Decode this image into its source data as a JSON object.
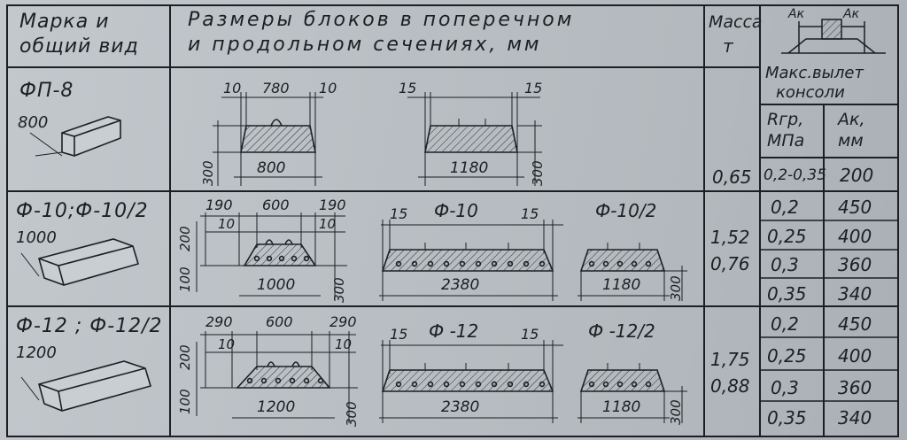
{
  "header": {
    "col_mark_line1": "Марка и",
    "col_mark_line2": "общий вид",
    "col_dims_line1": "Размеры  блоков в поперечном",
    "col_dims_line2": "и продольном  сечениях, мм",
    "col_mass_line1": "Масса",
    "col_mass_line2": "т",
    "col_console_line1": "Макс.вылет",
    "col_console_line2": "консоли",
    "schematic_label_left": "Ак",
    "schematic_label_right": "Ак",
    "sub_rgr_line1": "Rгр,",
    "sub_rgr_line2": "МПа",
    "sub_ak_line1": "Ак,",
    "sub_ak_line2": "мм"
  },
  "rows": [
    {
      "mark": "ФП-8",
      "length_label": "800",
      "cross": {
        "side_left": "10",
        "top_mid": "780",
        "side_right": "10",
        "bottom": "800",
        "height": "300"
      },
      "long": {
        "end_left": "15",
        "end_right": "15",
        "length": "1180",
        "height": "300"
      },
      "mass": [
        "0,65"
      ],
      "console": [
        {
          "rgr": "0,2-0,35",
          "ak": "200"
        }
      ]
    },
    {
      "mark": "Ф-10;Ф-10/2",
      "length_label": "1000",
      "cross": {
        "side_left": "190",
        "top_mid": "600",
        "side_right": "190",
        "inner_left": "10",
        "inner_right": "10",
        "bottom": "1000",
        "h_top": "200",
        "h_bottom": "100",
        "height": "300"
      },
      "long_a": {
        "title": "Ф-10",
        "end_left": "15",
        "end_right": "15",
        "length": "2380"
      },
      "long_b": {
        "title": "Ф-10/2",
        "length": "1180",
        "height": "300"
      },
      "mass": [
        "1,52",
        "0,76"
      ],
      "console": [
        {
          "rgr": "0,2",
          "ak": "450"
        },
        {
          "rgr": "0,25",
          "ak": "400"
        },
        {
          "rgr": "0,3",
          "ak": "360"
        },
        {
          "rgr": "0,35",
          "ak": "340"
        }
      ]
    },
    {
      "mark": "Ф-12 ; Ф-12/2",
      "length_label": "1200",
      "cross": {
        "side_left": "290",
        "top_mid": "600",
        "side_right": "290",
        "inner_left": "10",
        "inner_right": "10",
        "bottom": "1200",
        "h_top": "200",
        "h_bottom": "100",
        "height": "300"
      },
      "long_a": {
        "title": "Ф -12",
        "end_left": "15",
        "end_right": "15",
        "length": "2380"
      },
      "long_b": {
        "title": "Ф -12/2",
        "length": "1180",
        "height": "300"
      },
      "mass": [
        "1,75",
        "0,88"
      ],
      "console": [
        {
          "rgr": "0,2",
          "ak": "450"
        },
        {
          "rgr": "0,25",
          "ak": "400"
        },
        {
          "rgr": "0,3",
          "ak": "360"
        },
        {
          "rgr": "0,35",
          "ak": "340"
        }
      ]
    }
  ]
}
